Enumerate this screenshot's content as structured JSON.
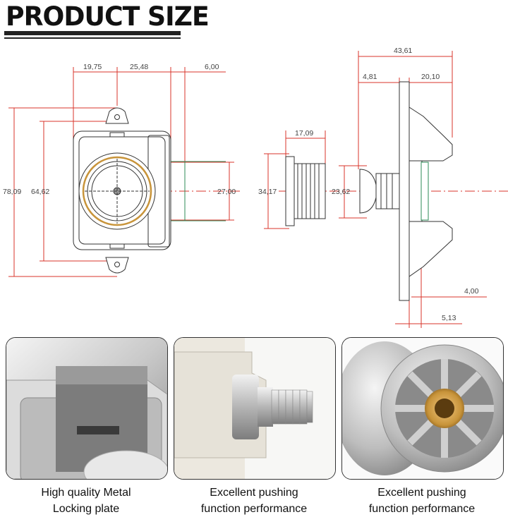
{
  "header": {
    "title": "PRODUCT SIZE"
  },
  "dimensions": {
    "d1975": "19,75",
    "d2548": "25,48",
    "d600": "6,00",
    "d7809": "78,09",
    "d6462": "64,62",
    "d2700": "27,00",
    "d1709": "17,09",
    "d3417": "34,17",
    "d2362": "23,62",
    "d4361": "43,61",
    "d481": "4,81",
    "d2010": "20,10",
    "d400": "4,00",
    "d513": "5,13"
  },
  "features": [
    {
      "line1": "High quality Metal",
      "line2": "Locking plate",
      "image": "locking-plate-photo"
    },
    {
      "line1": "Excellent pushing",
      "line2": "function performance",
      "image": "threaded-stud-photo"
    },
    {
      "line1": "Excellent pushing",
      "line2": "function performance",
      "image": "knob-insert-photo"
    }
  ],
  "colors": {
    "dimension_line": "#d9352b",
    "outline": "#333333",
    "accent_green": "#2e8b57",
    "brass": "#c8943a"
  }
}
